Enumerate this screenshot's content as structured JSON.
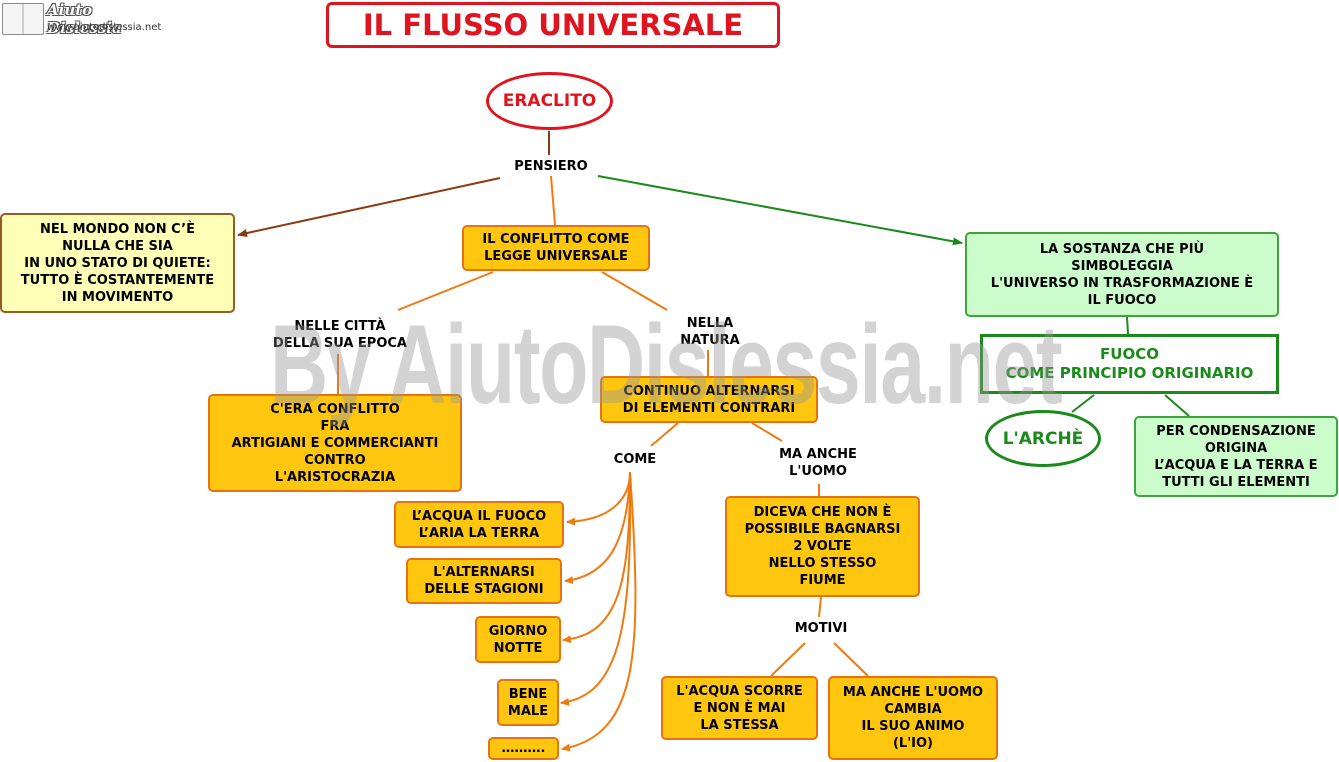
{
  "logo": {
    "title": "Aiuto Dislessia",
    "url": "www.aiutodislessia.net"
  },
  "title": "IL FLUSSO UNIVERSALE",
  "watermark": "By AiutoDislessia.net",
  "nodes": {
    "eraclito": "ERACLITO",
    "pensiero": "PENSIERO",
    "mondo": "NEL MONDO NON C’È\nNULLA CHE SIA\nIN UNO STATO DI QUIETE:\nTUTTO È COSTANTEMENTE\nIN MOVIMENTO",
    "conflitto": "IL CONFLITTO COME\nLEGGE UNIVERSALE",
    "sostanza": "LA SOSTANZA  CHE PIÙ\nSIMBOLEGGIA\nL'UNIVERSO IN TRASFORMAZIONE È\nIL FUOCO",
    "fuoco": "FUOCO\nCOME PRINCIPIO ORIGINARIO",
    "arche": "L'ARCHÈ",
    "condensazione": "PER CONDENSAZIONE\nORIGINA\nL’ACQUA E LA TERRA E\nTUTTI GLI ELEMENTI",
    "citta_label": "NELLE CITTÀ\nDELLA SUA EPOCA",
    "natura_label": "NELLA\nNATURA",
    "artigiani": "C'ERA CONFLITTO\nFRA\nARTIGIANI E COMMERCIANTI\nCONTRO\nL'ARISTOCRAZIA",
    "continuo": "CONTINUO ALTERNARSI\nDI ELEMENTI CONTRARI",
    "come_label": "COME",
    "uomo_label": "MA ANCHE\nL'UOMO",
    "acqua_fuoco": "L’ACQUA IL FUOCO\nL’ARIA LA TERRA",
    "stagioni": "L'ALTERNARSI\nDELLE STAGIONI",
    "giorno": "GIORNO\nNOTTE",
    "bene": "BENE\nMALE",
    "dots": "……….",
    "diceva": "DICEVA CHE NON È\nPOSSIBILE BAGNARSI\n2 VOLTE\nNELLO STESSO\nFIUME",
    "motivi_label": "MOTIVI",
    "acqua_scorre": "L'ACQUA SCORRE\nE NON È MAI\nLA STESSA",
    "uomo_cambia": "MA ANCHE L'UOMO\nCAMBIA\nIL SUO ANIMO\n(L'IO)"
  },
  "colors": {
    "title_red": "#e0141e",
    "orange_fill": "#ffc60f",
    "orange_border": "#e77214",
    "yellow_fill": "#ffffb8",
    "green_fill": "#ccfccc",
    "green_dark": "#1a8a1a",
    "brown_arrow": "#8b3a0e",
    "green_arrow": "#1a8a1a"
  }
}
